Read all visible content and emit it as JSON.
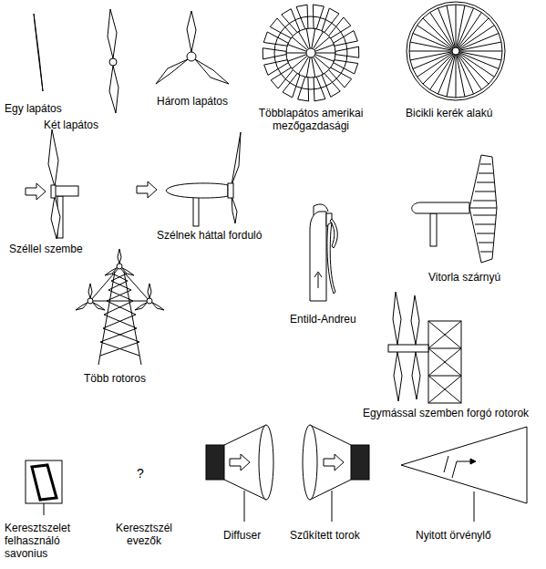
{
  "diagram": {
    "labels": [
      "Egy lapátos",
      "Két lapátos",
      "Három lapátos",
      "Többlapátos amerikai mezőgazdasági",
      "Bicikli kerék alakú",
      "Széllel szembe",
      "Szélnek háttal forduló",
      "Entild-Andreu",
      "Vitorla szárnyú",
      "Több rotoros",
      "Egymással szemben forgó rotorok",
      "Keresztszelet felhasználó savonius",
      "?",
      "Keresztszél evezők",
      "Diffuser",
      "Szűkített torok",
      "Nyitott örvénylő"
    ]
  }
}
